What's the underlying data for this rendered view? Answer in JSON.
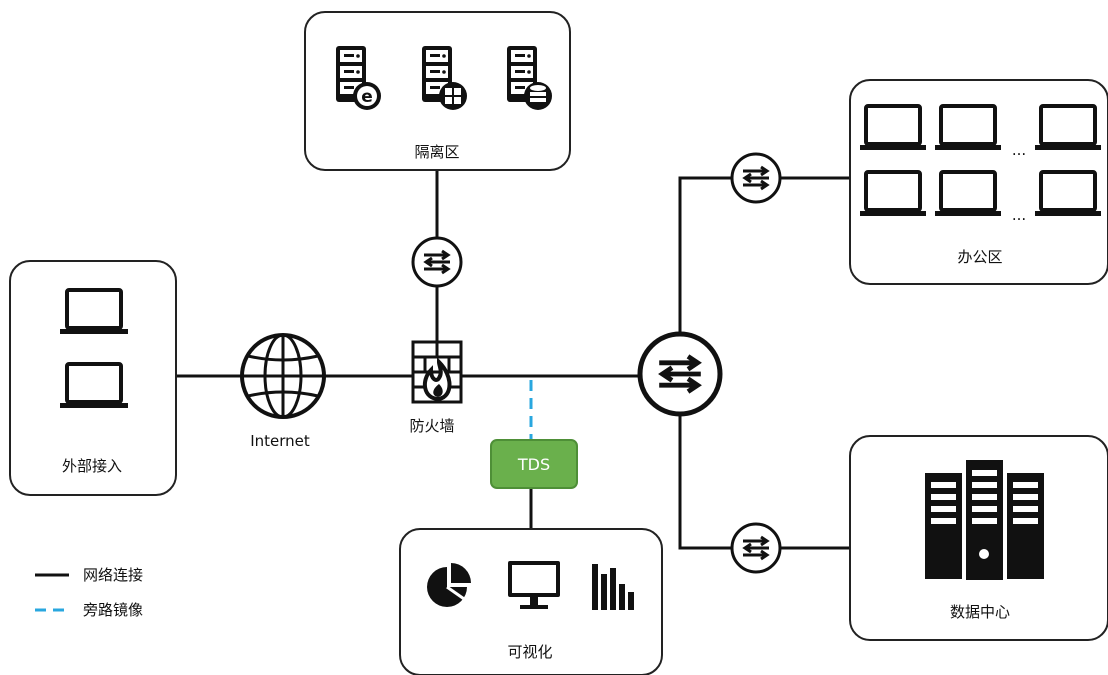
{
  "zones": {
    "dmz": "隔离区",
    "office": "办公区",
    "external": "外部接入",
    "datacenter": "数据中心",
    "visual": "可视化"
  },
  "nodes": {
    "internet": "Internet",
    "firewall": "防火墙",
    "tds": "TDS"
  },
  "legend": {
    "network_link": "网络连接",
    "mirror_link": "旁路镜像"
  },
  "office_ellipsis": [
    "...",
    "..."
  ],
  "colors": {
    "line": "#111111",
    "mirror": "#29a7df",
    "tds_fill": "#6ab04c",
    "tds_border": "#4e8f37",
    "box_border": "#222222"
  },
  "icons": {
    "dmz_servers": [
      "web-server-icon",
      "app-server-icon",
      "database-server-icon"
    ],
    "office_computers": "laptop-icon",
    "external_computers": "laptop-icon",
    "datacenter": "server-rack-icon",
    "visual": [
      "pie-chart-icon",
      "monitor-icon",
      "bar-chart-icon"
    ],
    "switches": "switch-icon",
    "core": "core-switch-icon",
    "globe": "globe-icon",
    "firewall": "firewall-icon"
  }
}
